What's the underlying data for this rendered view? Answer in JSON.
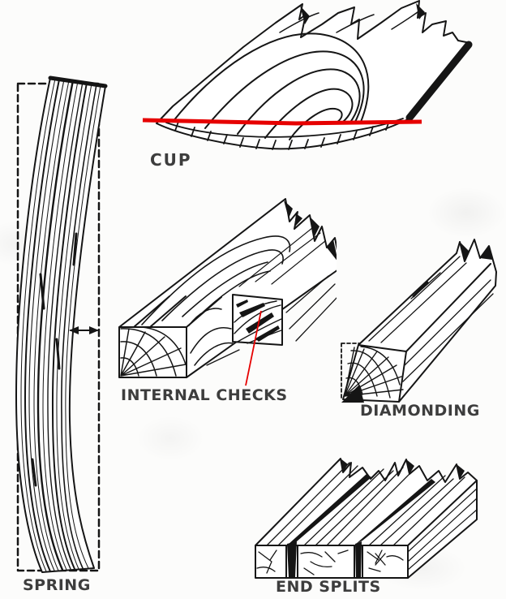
{
  "page": {
    "background": "#fcfcfb",
    "ink_color": "#151515",
    "label_color": "#3d3d3d",
    "accent_red": "#e60000"
  },
  "figures": [
    {
      "id": "cup",
      "label": "CUP",
      "icon": "cup-board-illustration"
    },
    {
      "id": "spring",
      "label": "SPRING",
      "icon": "spring-board-illustration"
    },
    {
      "id": "internal-checks",
      "label": "INTERNAL CHECKS",
      "icon": "internal-checks-illustration"
    },
    {
      "id": "diamonding",
      "label": "DIAMONDING",
      "icon": "diamonding-illustration"
    },
    {
      "id": "end-splits",
      "label": "END SPLITS",
      "icon": "end-splits-illustration"
    }
  ]
}
